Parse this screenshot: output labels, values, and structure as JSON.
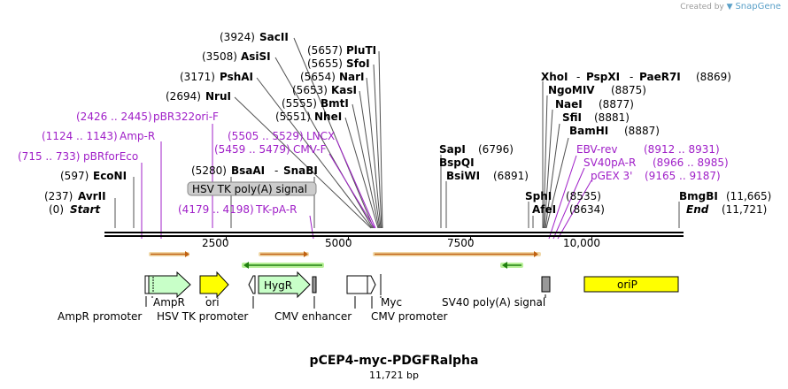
{
  "credit": {
    "prefix": "Created by",
    "brand": "SnapGene"
  },
  "map": {
    "name": "pCEP4-myc-PDGFRalpha",
    "length": "11,721 bp"
  },
  "ticks": [
    "2500",
    "5000",
    "7500",
    "10,000"
  ],
  "enzymes": {
    "sacII": {
      "pos": "(3924)",
      "name": "SacII"
    },
    "asiSI": {
      "pos": "(3508)",
      "name": "AsiSI"
    },
    "pshAI": {
      "pos": "(3171)",
      "name": "PshAI"
    },
    "nruI": {
      "pos": "(2694)",
      "name": "NruI"
    },
    "pluTI": {
      "pos": "(5657)",
      "name": "PluTI"
    },
    "sfoI": {
      "pos": "(5655)",
      "name": "SfoI"
    },
    "narI": {
      "pos": "(5654)",
      "name": "NarI"
    },
    "kasI": {
      "pos": "(5653)",
      "name": "KasI"
    },
    "bmtI": {
      "pos": "(5555)",
      "name": "BmtI"
    },
    "nheI": {
      "pos": "(5551)",
      "name": "NheI"
    },
    "ecoNI": {
      "pos": "(597)",
      "name": "EcoNI"
    },
    "avrII": {
      "pos": "(237)",
      "name": "AvrII"
    },
    "start": {
      "pos": "(0)",
      "name": "Start"
    },
    "bsaAI": {
      "pos": "(5280)",
      "name": "BsaAI"
    },
    "snaBI": {
      "name": "SnaBI"
    },
    "xhoI": {
      "name": "XhoI"
    },
    "pspXI": {
      "name": "PspXI"
    },
    "paeR7I": {
      "name": "PaeR7I",
      "pos": "(8869)"
    },
    "ngoMIV": {
      "name": "NgoMIV",
      "pos": "(8875)"
    },
    "naeI": {
      "name": "NaeI",
      "pos": "(8877)"
    },
    "sfiI": {
      "name": "SfiI",
      "pos": "(8881)"
    },
    "bamHI": {
      "name": "BamHI",
      "pos": "(8887)"
    },
    "sapI": {
      "name": "SapI",
      "pos": "(6796)"
    },
    "bspQI": {
      "name": "BspQI"
    },
    "bsiWI": {
      "name": "BsiWI",
      "pos": "(6891)"
    },
    "sphI": {
      "name": "SphI",
      "pos": "(8535)"
    },
    "afeI": {
      "name": "AfeI",
      "pos": "(8634)"
    },
    "bmgBI": {
      "name": "BmgBI",
      "pos": "(11,665)"
    },
    "end": {
      "name": "End",
      "pos": "(11,721)"
    }
  },
  "primers": {
    "pBR322oriF": {
      "range": "(2426 .. 2445)",
      "name": "pBR322ori-F"
    },
    "ampR": {
      "range": "(1124 .. 1143)",
      "name": "Amp-R"
    },
    "pBRforEco": {
      "range": "(715 .. 733)",
      "name": "pBRforEco"
    },
    "lncx": {
      "range": "(5505 .. 5529)",
      "name": "LNCX"
    },
    "cmvF": {
      "range": "(5459 .. 5479)",
      "name": "CMV-F"
    },
    "tkpaR": {
      "range": "(4179 .. 4198)",
      "name": "TK-pA-R"
    },
    "ebvRev": {
      "name": "EBV-rev",
      "range": "(8912 .. 8931)"
    },
    "sv40paR": {
      "name": "SV40pA-R",
      "range": "(8966 .. 8985)"
    },
    "pgex3": {
      "name": "pGEX 3'",
      "range": "(9165 .. 9187)"
    }
  },
  "hsvBox": "HSV TK poly(A) signal",
  "features": {
    "ampR": "AmpR",
    "ori": "ori",
    "hygR": "HygR",
    "myc": "Myc",
    "oriP": "oriP",
    "sv40": "SV40 poly(A) signal",
    "ampRPromoter": "AmpR promoter",
    "hsvPromoter": "HSV TK promoter",
    "cmvEnhancer": "CMV enhancer",
    "cmvPromoter": "CMV promoter"
  },
  "colors": {
    "primer": "#a020c8",
    "orf": "#e8a030",
    "orfReverse": "#80d860",
    "feature": "#c8ffc8",
    "origin": "#ffff00",
    "boxFill": "#cccccc"
  }
}
